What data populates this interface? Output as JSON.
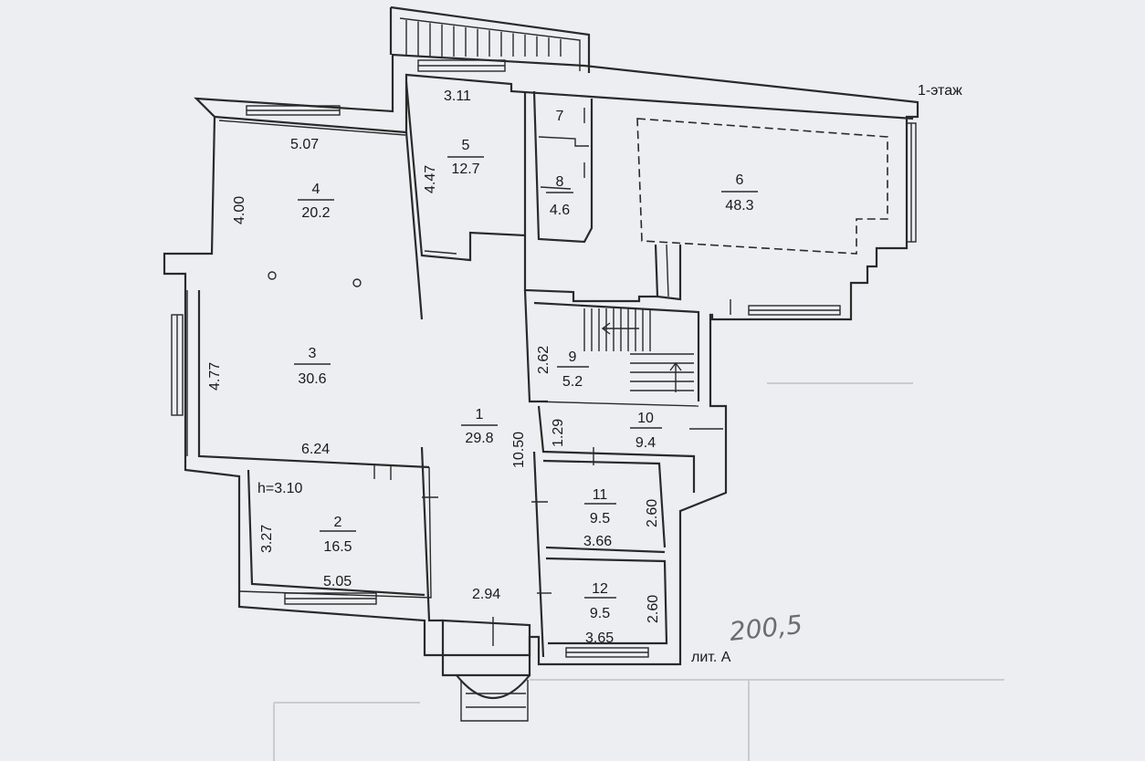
{
  "floor_label": "1-этаж",
  "letter_label": "лит. А",
  "ceiling_height": "h=3.10",
  "handwritten_total": "200,5",
  "rooms": [
    {
      "number": "1",
      "area": "29.8"
    },
    {
      "number": "2",
      "area": "16.5"
    },
    {
      "number": "3",
      "area": "30.6"
    },
    {
      "number": "4",
      "area": "20.2"
    },
    {
      "number": "5",
      "area": "12.7"
    },
    {
      "number": "6",
      "area": "48.3"
    },
    {
      "number": "7",
      "area": ""
    },
    {
      "number": "8",
      "area": "4.6"
    },
    {
      "number": "9",
      "area": "5.2"
    },
    {
      "number": "10",
      "area": "9.4"
    },
    {
      "number": "11",
      "area": "9.5"
    },
    {
      "number": "12",
      "area": "9.5"
    }
  ],
  "dimensions": {
    "d_311": "3.11",
    "d_507": "5.07",
    "d_400": "4.00",
    "d_447": "4.47",
    "d_477": "4.77",
    "d_624": "6.24",
    "d_262": "2.62",
    "d_129": "1.29",
    "d_1050": "10.50",
    "d_327": "3.27",
    "d_505": "5.05",
    "d_294": "2.94",
    "d_260a": "2.60",
    "d_366": "3.66",
    "d_260b": "2.60",
    "d_365": "3.65"
  }
}
